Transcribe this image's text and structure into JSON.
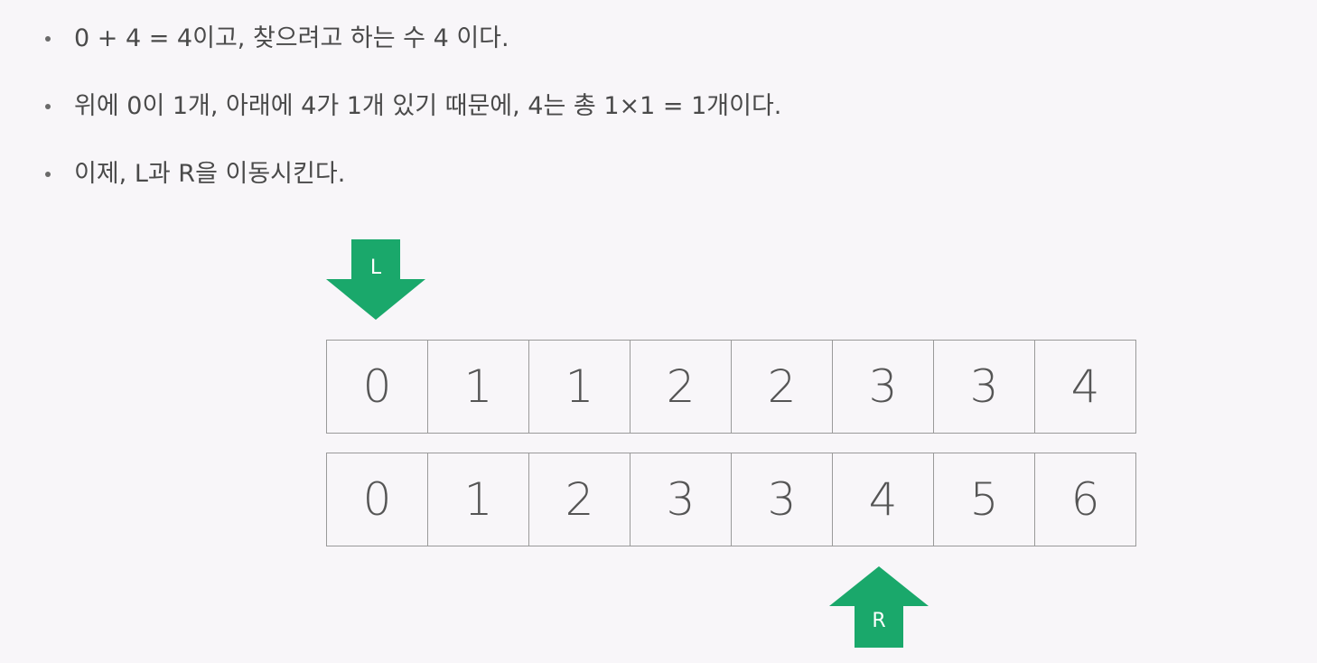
{
  "bullets": [
    "0 + 4 = 4이고, 찾으려고 하는 수 4 이다.",
    "위에 0이 1개, 아래에 4가 1개 있기 때문에, 4는 총 1×1 = 1개이다.",
    "이제, L과 R을 이동시킨다."
  ],
  "arrays": {
    "top": [
      "0",
      "1",
      "1",
      "2",
      "2",
      "3",
      "3",
      "4"
    ],
    "bottom": [
      "0",
      "1",
      "2",
      "3",
      "3",
      "4",
      "5",
      "6"
    ]
  },
  "pointers": {
    "left": {
      "label": "L",
      "array": "top",
      "index": 0,
      "direction": "down"
    },
    "right": {
      "label": "R",
      "array": "bottom",
      "index": 5,
      "direction": "up"
    }
  },
  "colors": {
    "arrow": "#1aa86b",
    "cell_border": "#9a9a9a",
    "background": "#f8f6f9"
  }
}
